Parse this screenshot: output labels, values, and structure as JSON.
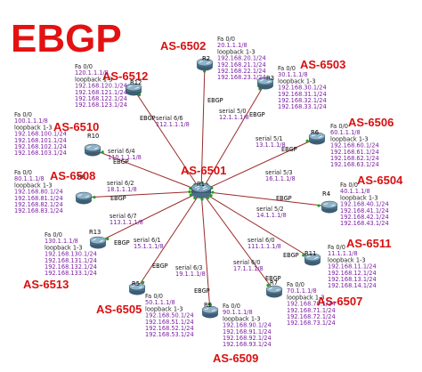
{
  "title": "EBGP",
  "center": {
    "as": "AS-6501",
    "name": "R1"
  },
  "routers": [
    {
      "id": "R2",
      "as": "AS-6502",
      "fa": "Fa 0/0",
      "fa_ip": "20.1.1.1/8",
      "loopback": "loopback 1-3",
      "nets": [
        "192.168.20.1/24",
        "192.168.21.1/24",
        "192.168.22.1/24",
        "192.168.23.1/24"
      ],
      "serial": "serial 5/0",
      "serial_ip": "12.1.1.1/8",
      "ebgp": "EBGP"
    },
    {
      "id": "R3",
      "as": "AS-6503",
      "fa": "Fa 0/0",
      "fa_ip": "30.1.1.1/8",
      "loopback": "loopback 1-3",
      "nets": [
        "192.168.30.1/24",
        "192.168.31.1/24",
        "192.168.32.1/24",
        "192.168.33.1/24"
      ],
      "serial": "serial 5/1",
      "serial_ip": "13.1.1.1/8",
      "ebgp": "EBGP"
    },
    {
      "id": "R6",
      "as": "AS-6506",
      "fa": "Fa 0/0",
      "fa_ip": "60.1.1.1/8",
      "loopback": "loopback 1-3",
      "nets": [
        "192.168.60.1/24",
        "192.168.61.1/24",
        "192.168.62.1/24",
        "192.168.63.1/24"
      ],
      "serial": "serial 5/3",
      "serial_ip": "16.1.1.1/8",
      "ebgp": "EBGP"
    },
    {
      "id": "R4",
      "as": "AS-6504",
      "fa": "Fa 0/0",
      "fa_ip": "40.1.1.1/8",
      "loopback": "loopback 1-3",
      "nets": [
        "192.168.40.1/24",
        "192.168.41.1/24",
        "192.168.42.1/24",
        "192.168.43.1/24"
      ],
      "serial": "serial 5/2",
      "serial_ip": "14.1.1.1/8",
      "ebgp": "EBGP"
    },
    {
      "id": "R11",
      "as": "AS-6511",
      "fa": "Fa 0/0",
      "fa_ip": "11.1.1.1/8",
      "loopback": "loopback 1-3",
      "nets": [
        "192.168.11.1/24",
        "192.168.12.1/24",
        "192.168.13.1/24",
        "192.168.14.1/24"
      ],
      "serial": "serial 6/0",
      "serial_ip": "111.1.1.1/8",
      "ebgp": "EBGP"
    },
    {
      "id": "R7",
      "as": "AS-6507",
      "fa": "Fa 0/0",
      "fa_ip": "70.1.1.1/8",
      "loopback": "loopback 1-3",
      "nets": [
        "192.168.70.1/24",
        "192.168.71.1/24",
        "192.168.72.1/24",
        "192.168.73.1/24"
      ],
      "serial": "serial 6/0",
      "serial_ip": "17.1.1.1/8",
      "ebgp": "EBGP"
    },
    {
      "id": "R9",
      "as": "AS-6509",
      "fa": "Fa 0/0",
      "fa_ip": "90.1.1.1/8",
      "loopback": "loopback 1-3",
      "nets": [
        "192.168.90.1/24",
        "192.168.91.1/24",
        "192.168.92.1/24",
        "192.168.93.1/24"
      ],
      "serial": "serial 6/3",
      "serial_ip": "19.1.1.1/8",
      "ebgp": "EBGP"
    },
    {
      "id": "R5",
      "as": "AS-6505",
      "fa": "Fa 0/0",
      "fa_ip": "50.1.1.1/8",
      "loopback": "loopback 1-3",
      "nets": [
        "192.168.50.1/24",
        "192.168.51.1/24",
        "192.168.52.1/24",
        "192.168.53.1/24"
      ],
      "serial": "serial 6/1",
      "serial_ip": "15.1.1.1/8",
      "ebgp": "EBGP"
    },
    {
      "id": "R13",
      "as": "AS-6513",
      "fa": "Fa 0/0",
      "fa_ip": "130.1.1.1/8",
      "loopback": "loopback 1-3",
      "nets": [
        "192.168.130.1/24",
        "192.168.131.1/24",
        "192.168.132.1/24",
        "192.168.133.1/24"
      ],
      "serial": "serial 6/7",
      "serial_ip": "113.1.1.1/8",
      "ebgp": "EBGP"
    },
    {
      "id": "R8",
      "as": "AS-6508",
      "fa": "Fa 0/0",
      "fa_ip": "80.1.1.1/8",
      "loopback": "loopback 1-3",
      "nets": [
        "192.168.80.1/24",
        "192.168.81.1/24",
        "192.168.82.1/24",
        "192.168.83.1/24"
      ],
      "serial": "serial 6/2",
      "serial_ip": "18.1.1.1/8",
      "ebgp": "EBGP"
    },
    {
      "id": "R10",
      "as": "AS-6510",
      "fa": "Fa 0/0",
      "fa_ip": "100.1.1.1/8",
      "loopback": "loopback 1-3",
      "nets": [
        "192.168.100.1/24",
        "192.168.101.1/24",
        "192.168.102.1/24",
        "192.168.103.1/24"
      ],
      "serial": "serial 6/4",
      "serial_ip": "110.1.1.1/8",
      "ebgp": "EBGP"
    },
    {
      "id": "R12",
      "as": "AS-6512",
      "fa": "Fa 0/0",
      "fa_ip": "120.1.1.1/8",
      "loopback": "loopback 1-3",
      "nets": [
        "192.168.120.1/24",
        "192.168.121.1/24",
        "192.168.122.1/24",
        "192.168.123.1/24"
      ],
      "serial": "serial 6/6",
      "serial_ip": "112.1.1.1/8",
      "ebgp": "EBGP"
    }
  ]
}
